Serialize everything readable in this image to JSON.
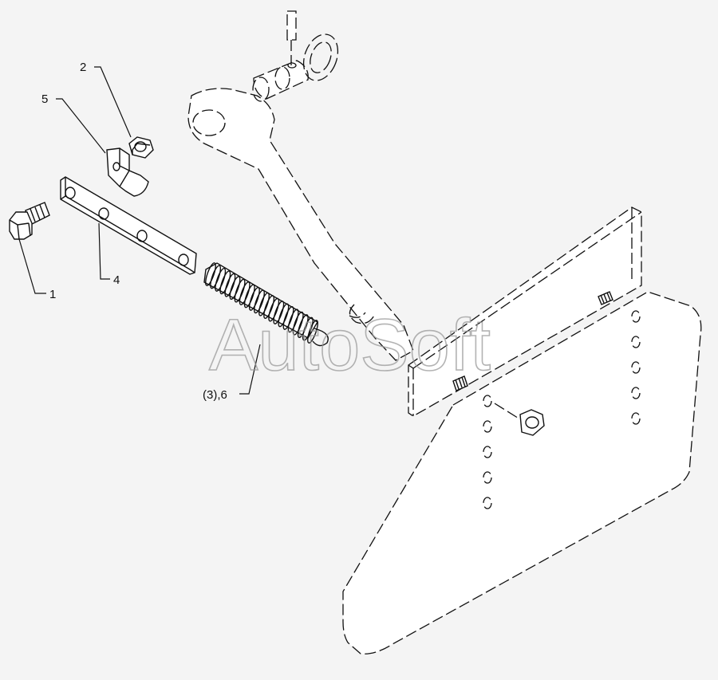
{
  "watermark": "AutoSoft",
  "callouts": [
    {
      "id": "1",
      "text": "1"
    },
    {
      "id": "2",
      "text": "2"
    },
    {
      "id": "4",
      "text": "4"
    },
    {
      "id": "5",
      "text": "5"
    },
    {
      "id": "36",
      "text": "(3),6"
    }
  ]
}
